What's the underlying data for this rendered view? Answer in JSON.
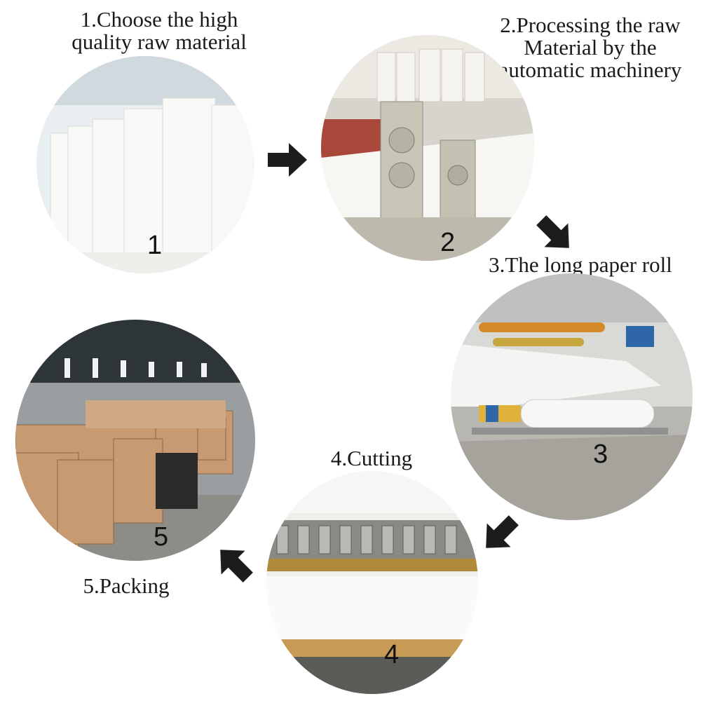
{
  "steps": [
    {
      "number": "1",
      "caption_lines": [
        "1.Choose the high",
        "quality raw material"
      ]
    },
    {
      "number": "2",
      "caption_lines": [
        "2.Processing the raw",
        "Material by the",
        "automatic machinery"
      ]
    },
    {
      "number": "3",
      "caption_lines": [
        "3.The long paper roll"
      ]
    },
    {
      "number": "4",
      "caption_lines": [
        "4.Cutting"
      ]
    },
    {
      "number": "5",
      "caption_lines": [
        "5.Packing"
      ]
    }
  ],
  "colors": {
    "text": "#1a1a1a",
    "arrow": "#1c1c1c",
    "paper": "#f4f4f2",
    "machine": "#c9c6b8",
    "roller_orange": "#d58a2a",
    "roller_blue": "#2f66a8",
    "carton": "#c89a72"
  }
}
